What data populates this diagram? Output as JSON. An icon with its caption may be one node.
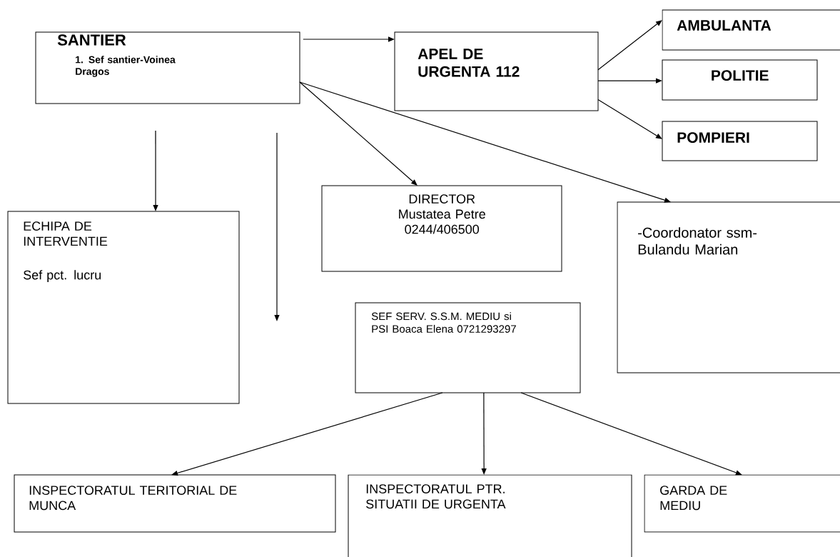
{
  "diagram": {
    "nodes": [
      {
        "text": [
          "SANTIER",
          "1. Sef santier-Voinea Dragos"
        ]
      },
      {
        "text": [
          "APEL DE URGENTA 112"
        ]
      },
      {
        "text": [
          "AMBULANTA"
        ]
      },
      {
        "text": [
          "POLITIE"
        ]
      },
      {
        "text": [
          "POMPIERI"
        ]
      },
      {
        "text": [
          "ECHIPA DE INTERVENTIE",
          "Sef pct. lucru"
        ]
      },
      {
        "text": [
          "DIRECTOR Mustatea Petre 0244/406500"
        ]
      },
      {
        "text": [
          "-Coordonator ssm- Bulandu Marian"
        ]
      },
      {
        "text": [
          "SEF SERV. S.S.M. MEDIU si PSI Boaca Elena 0721293297"
        ]
      },
      {
        "text": [
          "INSPECTORATUL TERITORIAL DE MUNCA"
        ]
      },
      {
        "text": [
          "INSPECTORATUL PTR. SITUATII DE URGENTA"
        ]
      },
      {
        "text": [
          "GARDA DE MEDIU"
        ]
      }
    ],
    "edges": [
      {
        "from": 0,
        "to": 1,
        "arrow": "to"
      },
      {
        "from": 1,
        "to": 2,
        "arrow": "to"
      },
      {
        "from": 1,
        "to": 3,
        "arrow": "to"
      },
      {
        "from": 1,
        "to": 4,
        "arrow": "to"
      },
      {
        "from": null,
        "to": 5,
        "arrow": "to"
      },
      {
        "from": 0,
        "to": 6,
        "arrow": "to"
      },
      {
        "from": 0,
        "to": 7,
        "arrow": "to"
      },
      {
        "from": 8,
        "to": 9,
        "arrow": "to"
      },
      {
        "from": 8,
        "to": 10,
        "arrow": "to"
      },
      {
        "from": 8,
        "to": 11,
        "arrow": "to"
      }
    ]
  }
}
